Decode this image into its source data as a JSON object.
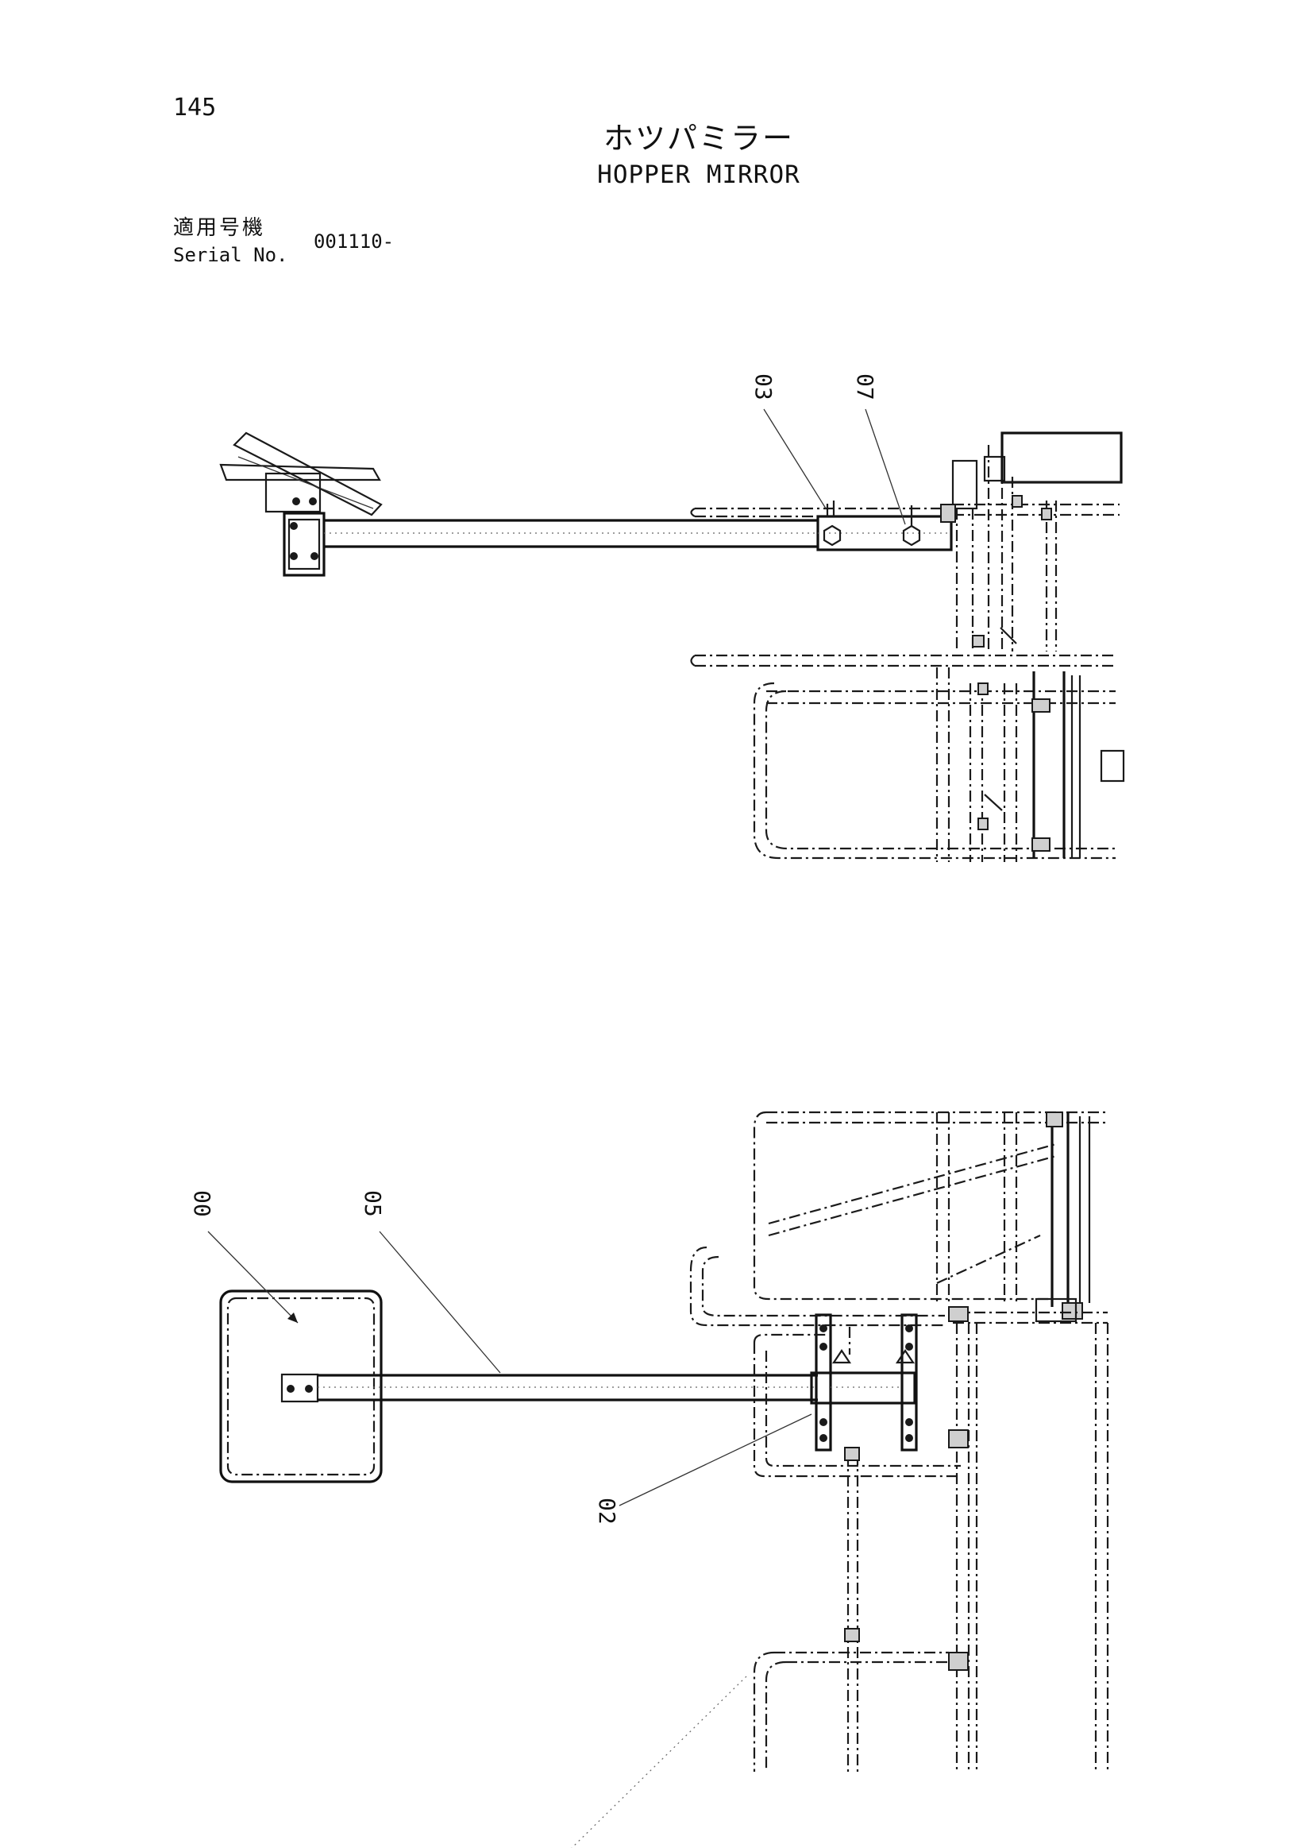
{
  "page": {
    "number": "145",
    "title_jp": "ホツパミラー",
    "title_en": "HOPPER MIRROR"
  },
  "serial": {
    "label_jp": "適用号機",
    "label_en": "Serial No.",
    "value": "001110-"
  },
  "callouts": {
    "top_view": {
      "c03": "03",
      "c07": "07"
    },
    "side_view": {
      "c00": "00",
      "c05": "05",
      "c02": "02"
    }
  }
}
